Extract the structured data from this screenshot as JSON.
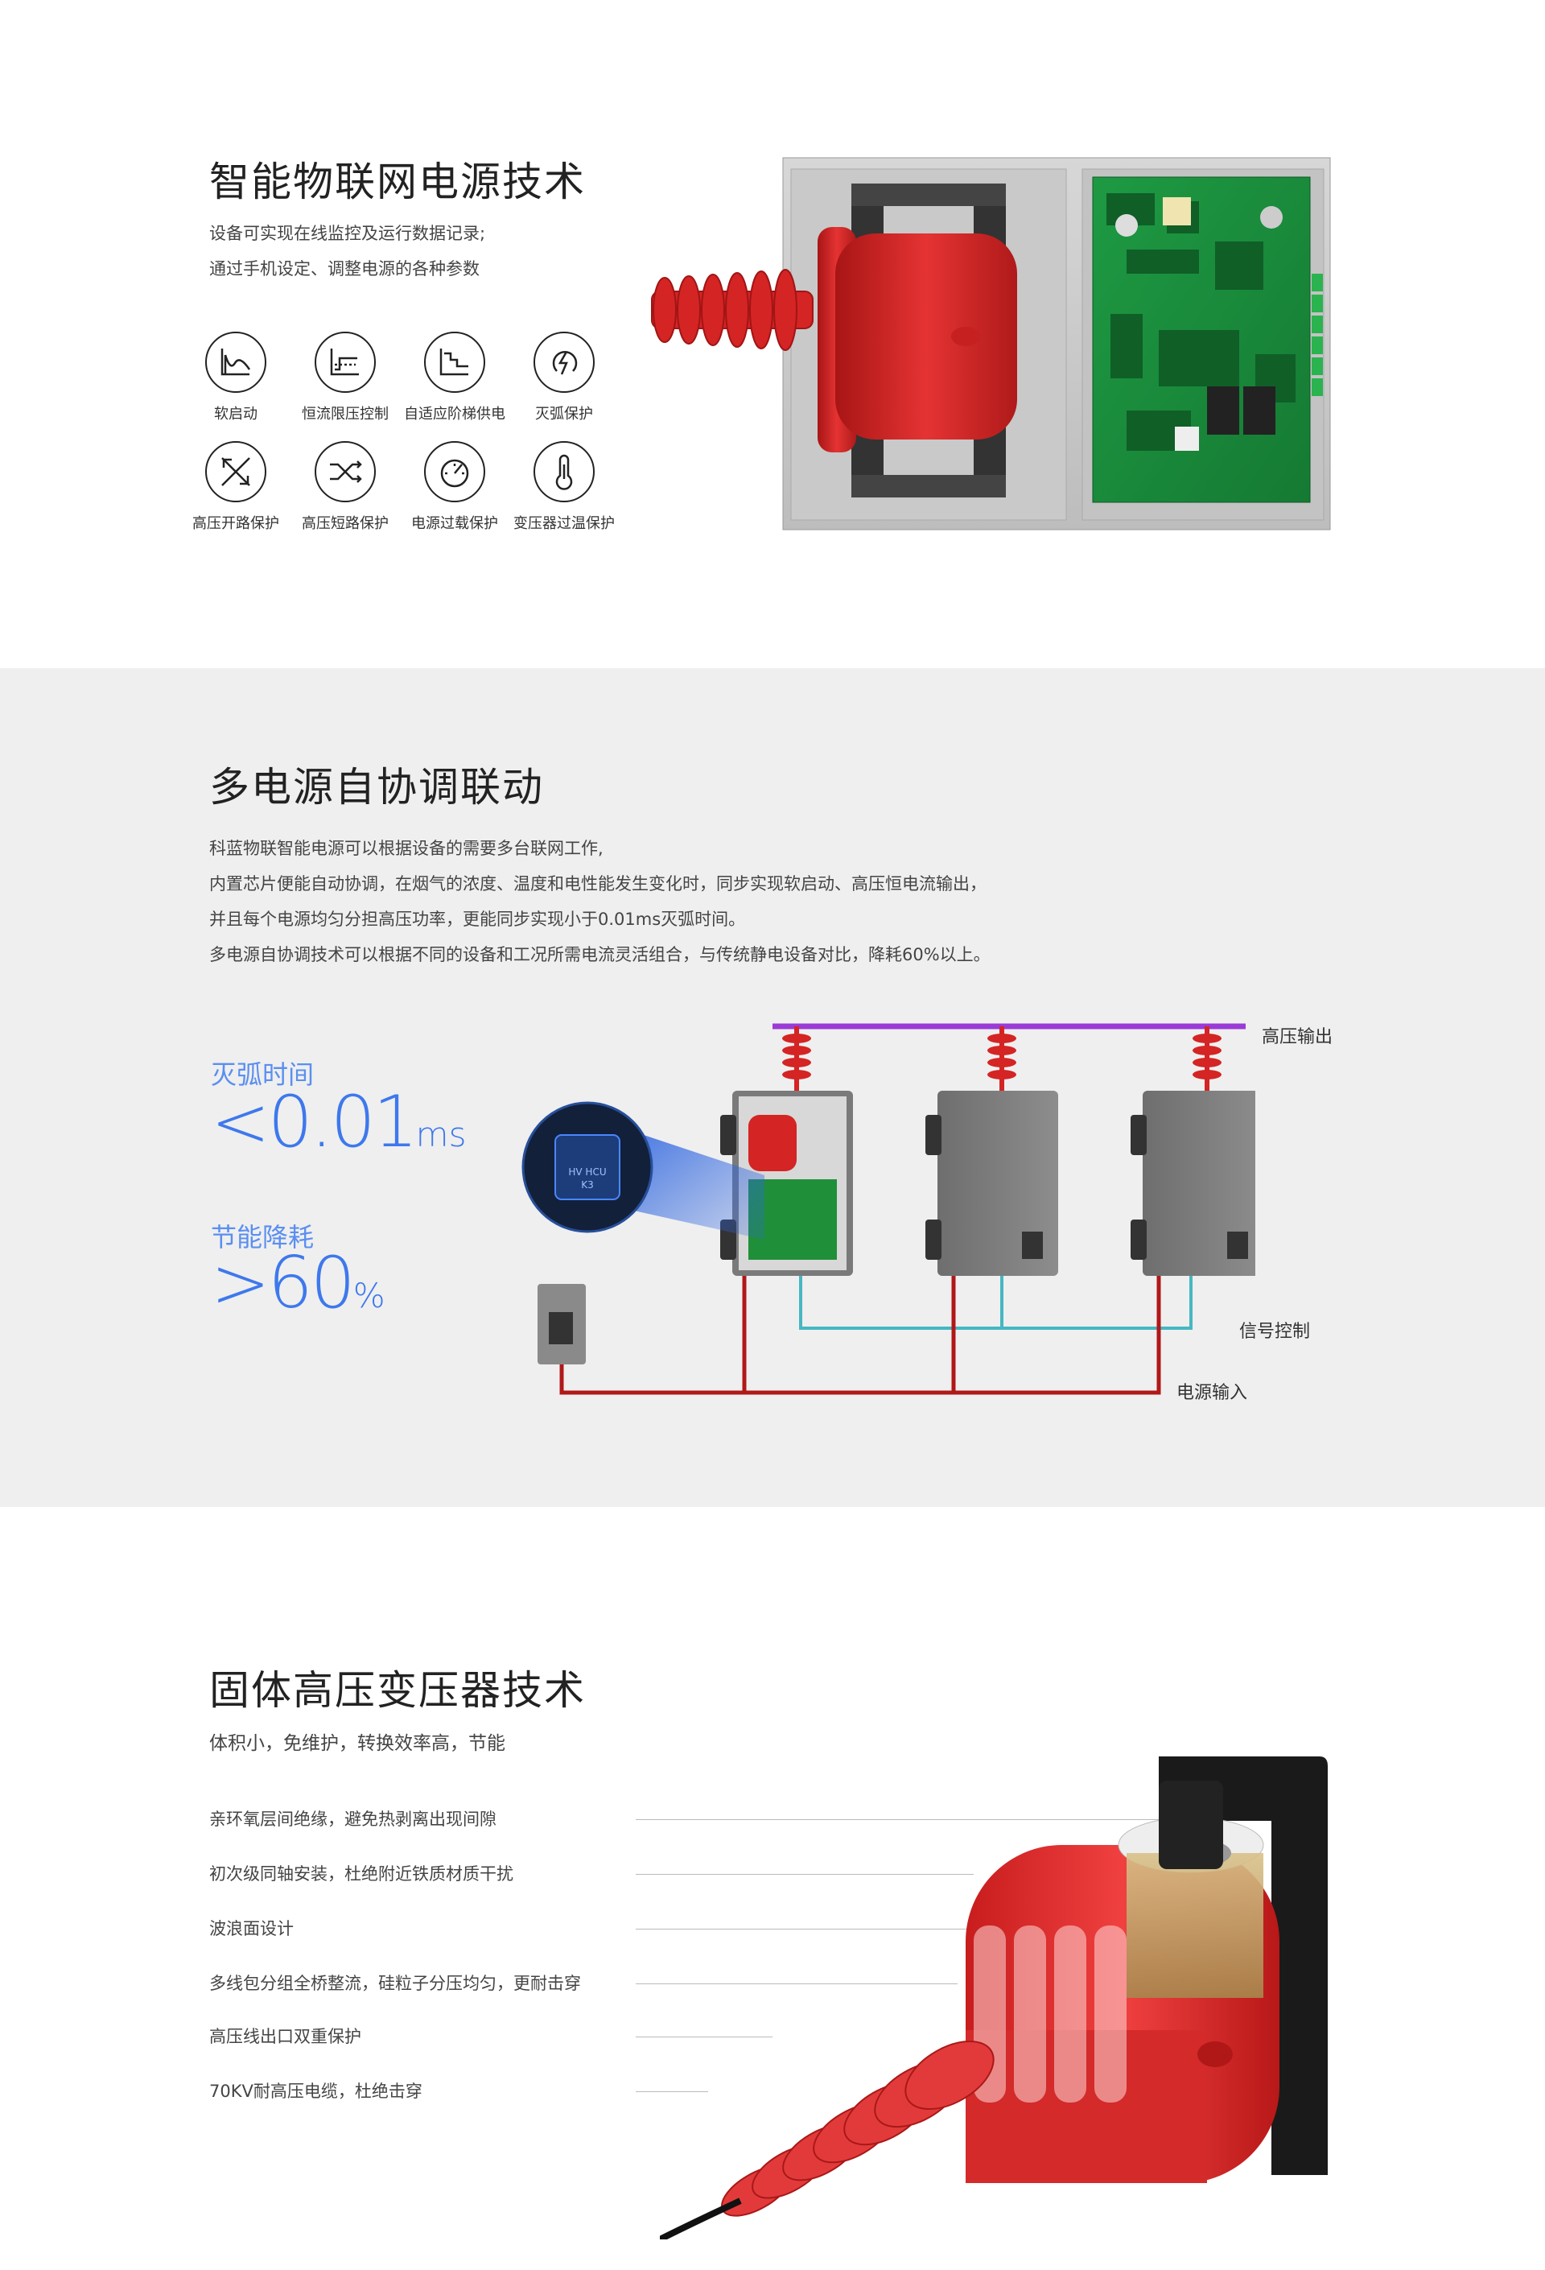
{
  "section1": {
    "title": "智能物联网电源技术",
    "desc": [
      "设备可实现在线监控及运行数据记录;",
      "通过手机设定、调整电源的各种参数"
    ],
    "features": [
      {
        "label": "软启动",
        "icon": "soft-start-icon"
      },
      {
        "label": "恒流限压控制",
        "icon": "constant-current-icon"
      },
      {
        "label": "自适应阶梯供电",
        "icon": "step-power-icon"
      },
      {
        "label": "灭弧保护",
        "icon": "arc-protection-icon"
      },
      {
        "label": "高压开路保护",
        "icon": "open-circuit-icon"
      },
      {
        "label": "高压短路保护",
        "icon": "short-circuit-icon"
      },
      {
        "label": "电源过载保护",
        "icon": "overload-gauge-icon"
      },
      {
        "label": "变压器过温保护",
        "icon": "thermometer-icon"
      }
    ]
  },
  "section2": {
    "title": "多电源自协调联动",
    "desc": [
      "科蓝物联智能电源可以根据设备的需要多台联网工作,",
      "内置芯片便能自动协调，在烟气的浓度、温度和电性能发生变化时，同步实现软启动、高压恒电流输出，",
      "并且每个电源均匀分担高压功率，更能同步实现小于0.01ms灭弧时间。",
      "多电源自协调技术可以根据不同的设备和工况所需电流灵活组合，与传统静电设备对比，降耗60%以上。"
    ],
    "stats": [
      {
        "label": "灭弧时间",
        "value": "<0.01",
        "unit": "ms"
      },
      {
        "label": "节能降耗",
        "value": ">60",
        "unit": "%"
      }
    ],
    "diagram": {
      "hv_output": "高压输出",
      "signal": "信号控制",
      "power_input": "电源输入",
      "chip_line1": "HV HCU",
      "chip_line2": "K3"
    }
  },
  "section3": {
    "title": "固体高压变压器技术",
    "subtitle": "体积小，免维护，转换效率高，节能",
    "specs": [
      "亲环氧层间绝缘，避免热剥离出现间隙",
      "初次级同轴安装，杜绝附近铁质材质干扰",
      "波浪面设计",
      "多线包分组全桥整流，硅粒子分压均匀，更耐击穿",
      "高压线出口双重保护",
      "70KV耐高压电缆，杜绝击穿"
    ]
  },
  "colors": {
    "accent_blue": "#3e78ec",
    "red": "#e02b2b",
    "pcb_green": "#1f8f3a",
    "purple_bus": "#9b3bd6",
    "teal_signal": "#46b7c2",
    "wire_red": "#b01818"
  }
}
